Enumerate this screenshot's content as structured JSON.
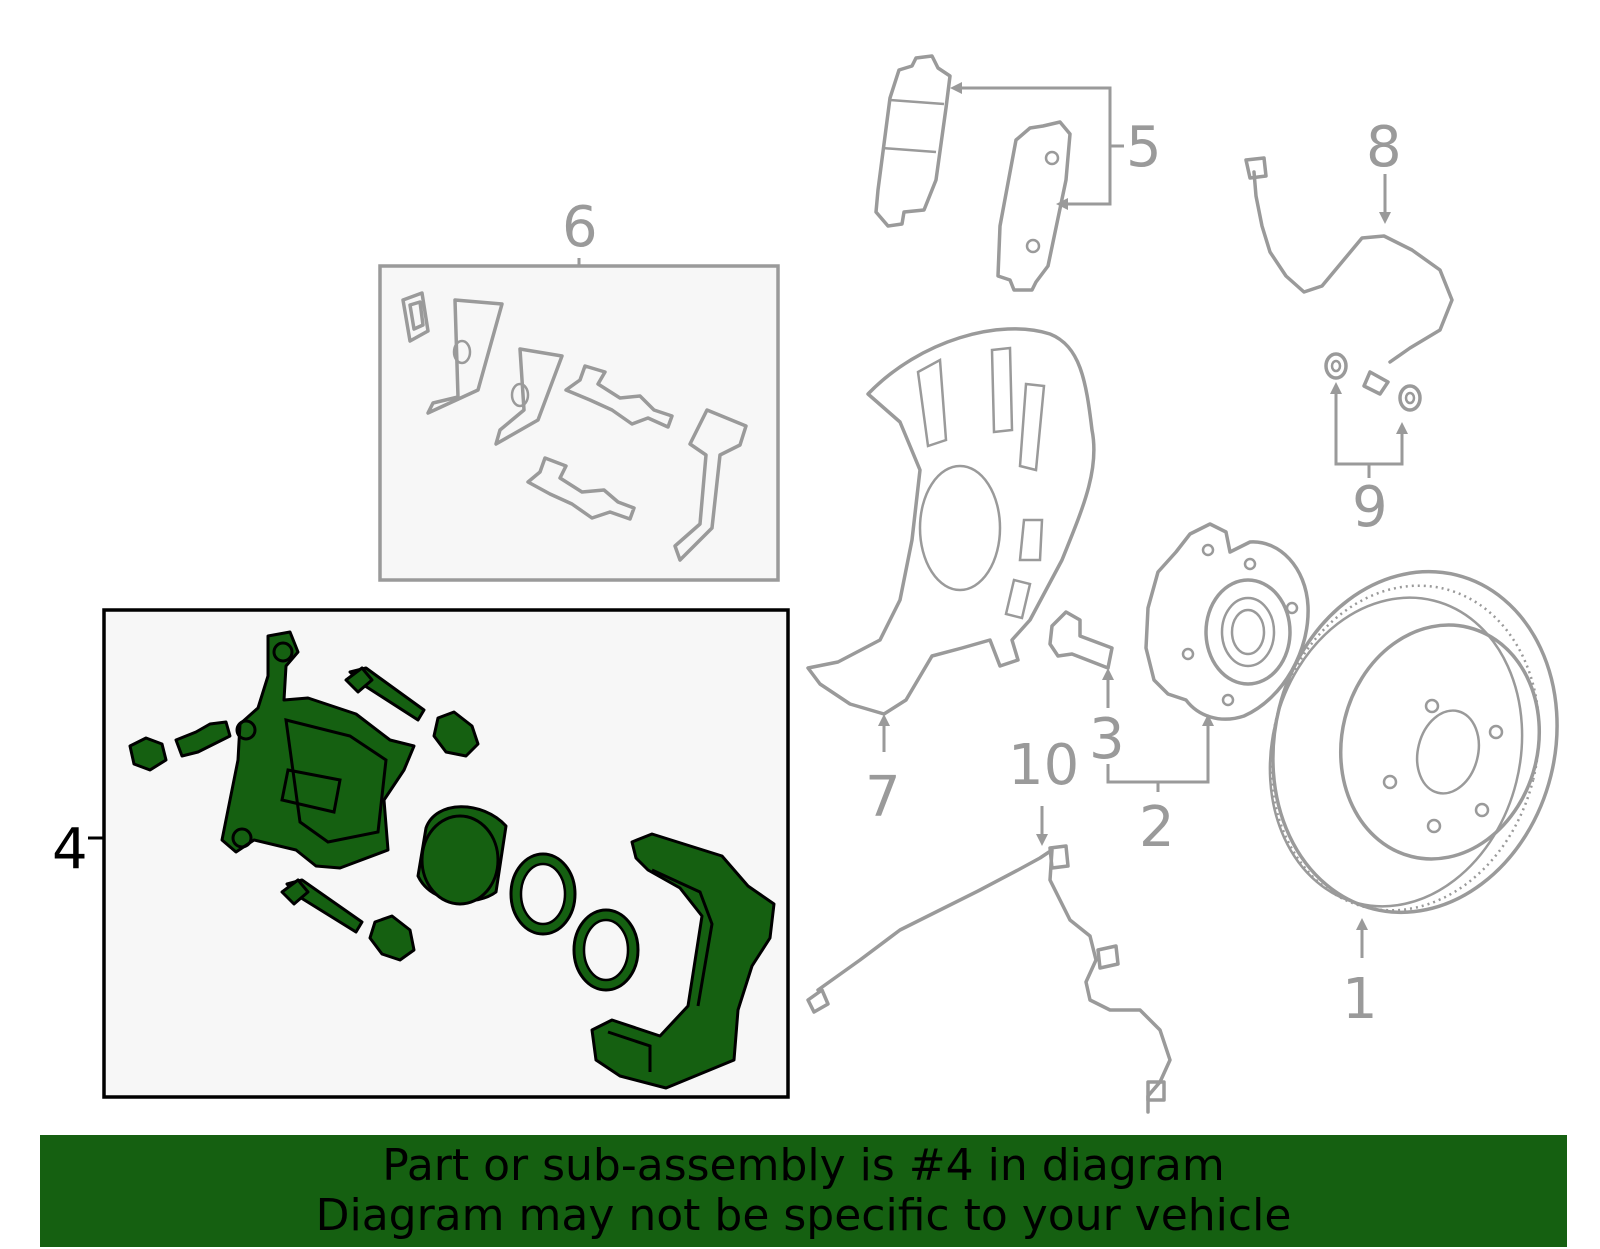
{
  "diagram": {
    "highlight_color": "#156011",
    "callouts": [
      {
        "id": "c1",
        "label": "1"
      },
      {
        "id": "c2",
        "label": "2"
      },
      {
        "id": "c3",
        "label": "3"
      },
      {
        "id": "c4",
        "label": "4"
      },
      {
        "id": "c5",
        "label": "5"
      },
      {
        "id": "c6",
        "label": "6"
      },
      {
        "id": "c7",
        "label": "7"
      },
      {
        "id": "c8",
        "label": "8"
      },
      {
        "id": "c9",
        "label": "9"
      },
      {
        "id": "c10",
        "label": "10"
      }
    ]
  },
  "banner": {
    "line1": "Part or sub-assembly is #4 in diagram",
    "line2": "Diagram may not be specific to your vehicle"
  }
}
